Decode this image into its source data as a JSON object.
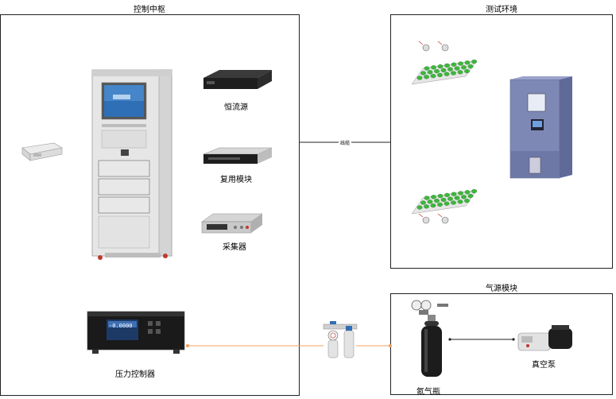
{
  "panels": {
    "control": {
      "title": "控制中枢"
    },
    "test_env": {
      "title": "测试环境"
    },
    "gas": {
      "title": "气源模块"
    }
  },
  "labels": {
    "power_supply": "恒流源",
    "mux_module": "复用模块",
    "acquisition": "采集器",
    "pressure_controller": "压力控制器",
    "nitrogen_bottle": "氮气瓶",
    "vacuum_pump": "真空泵",
    "link": "线缆"
  },
  "device_display": {
    "pressure_value": "-0.0000"
  },
  "colors": {
    "link_line": "#222222",
    "gas_line": "#f0a060",
    "sensor_green": "#3cb83c",
    "chamber_blue": "#7d88b5"
  }
}
